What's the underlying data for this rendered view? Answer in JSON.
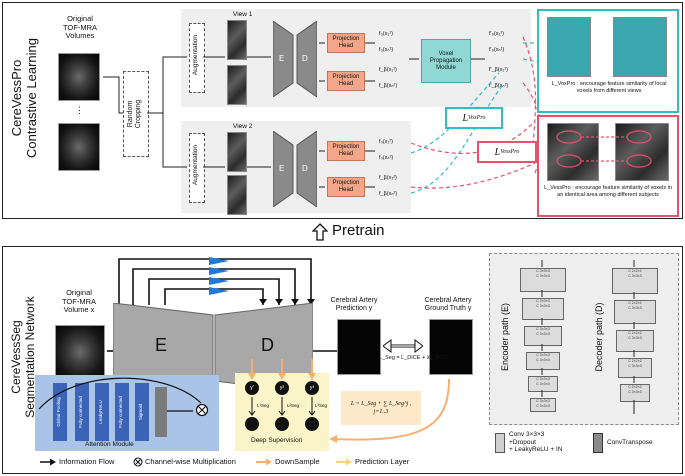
{
  "top": {
    "side_title_1": "CereVessPro",
    "side_title_2": "Contrastive Learning",
    "original_volumes": "Original\nTOF-MRA\nVolumes",
    "random_cropping": "Random\nCropping",
    "view1": "View 1",
    "view2": "View 2",
    "augmentation": "Augmentation",
    "encoder": "E",
    "decoder": "D",
    "projection_head": "Projection\nHead",
    "voxel_propagation": "Voxel\nPropagation\nModule",
    "loss_voxpro": "L",
    "loss_voxpro_sub": "VoxPro",
    "loss_vesspro": "L",
    "loss_vesspro_sub": "VessPro",
    "caption_voxpro": "L_VoxPro : encourage feature similarity of local voxels from different views",
    "caption_vesspro": "L_VessPro : encourage feature similarity of voxels in an identical area among different subjects",
    "feat_v1": [
      "f₀(x₁¹)",
      "f₀(xₙ¹)",
      "f_β(x₁¹)",
      "f_β(xₙ¹)"
    ],
    "feat_v2": [
      "f₀(x₁²)",
      "f₀(xₙ²)",
      "f_β(x₁²)",
      "f_β(xₙ²)"
    ],
    "feat_out": [
      "f'₀(x₁¹)",
      "f'₀(xₙ¹)",
      "f'_β(x₁¹)",
      "f'_β(xₙ¹)"
    ]
  },
  "pretrain": {
    "arrow_icon": "up-arrow-icon",
    "label": "Pretrain"
  },
  "bottom": {
    "side_title_1": "CereVessSeg",
    "side_title_2": "Segmentation Network",
    "original_volume": "Original\nTOF-MRA\nVolume x",
    "encoder": "E",
    "decoder": "D",
    "prediction": "Cerebral Artery\nPrediction y",
    "ground_truth": "Cerebral Artery\nGround Truth y",
    "loss_seg": "L_Seg = L_DICE + λL_BCE",
    "deep_supervision": "Deep Supervision",
    "total_loss": "L = L_Seg + ∑ L_Seg^j , j=1..3",
    "attention_module": "Attention Module",
    "attention_layers": [
      "Global Pooling",
      "Fully connected",
      "LeakyReLU",
      "Fully connected",
      "Sigmoid"
    ],
    "encoder_path": "Encoder path (E)",
    "decoder_path": "Decoder path (D)",
    "enc_block_label": "C 3×3×3\nC 3×3×3",
    "dec_block_label": "C 2×2×2\nC 3×3×3",
    "ds_nodes": [
      "y'",
      "y²",
      "y³"
    ],
    "ds_losses": [
      "L¹Seg",
      "L²Seg",
      "L³Seg"
    ]
  },
  "legend": {
    "conv_block": "Conv 3×3×3\n+Dropout\n+ LeakyReLU + IN",
    "conv_transpose": "ConvTranspose",
    "information_flow": "Information Flow",
    "channel_mult": "Channel-wise Multiplication",
    "downsample": "DownSample",
    "prediction_layer": "Prediction Layer"
  },
  "colors": {
    "teal": "#2bc0c8",
    "pink": "#e8506e",
    "salmon": "#f4a68a",
    "orange": "#f5b070",
    "attention_bg": "#a9c4e6",
    "attention_block": "#3b64b8",
    "ds_bg": "#fbf4c8",
    "blue_marker": "#1f7ad8"
  }
}
